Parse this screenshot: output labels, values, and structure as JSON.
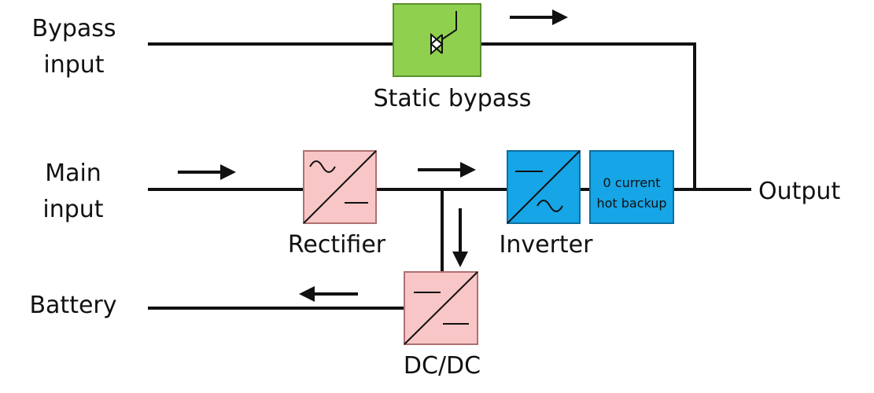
{
  "labels": {
    "bypass_input": [
      "Bypass",
      "input"
    ],
    "main_input": [
      "Main",
      "input"
    ],
    "battery": "Battery",
    "output": "Output",
    "static_bypass": "Static bypass",
    "rectifier": "Rectifier",
    "inverter": "Inverter",
    "dcdc": "DC/DC",
    "hot_backup": [
      "0 current",
      "hot backup"
    ]
  },
  "colors": {
    "line": "#111111",
    "static_bypass_fill": "#8fd14f",
    "static_bypass_stroke": "#5a8f2a",
    "rectifier_fill": "#f8c6c6",
    "rectifier_stroke": "#b07070",
    "inverter_fill": "#16a5e6",
    "inverter_stroke": "#0b6fa0"
  },
  "icons": {
    "static_bypass": "thyristor-icon",
    "rectifier": "ac-dc-converter-icon",
    "inverter": "dc-ac-converter-icon",
    "dcdc": "dc-dc-converter-icon"
  }
}
